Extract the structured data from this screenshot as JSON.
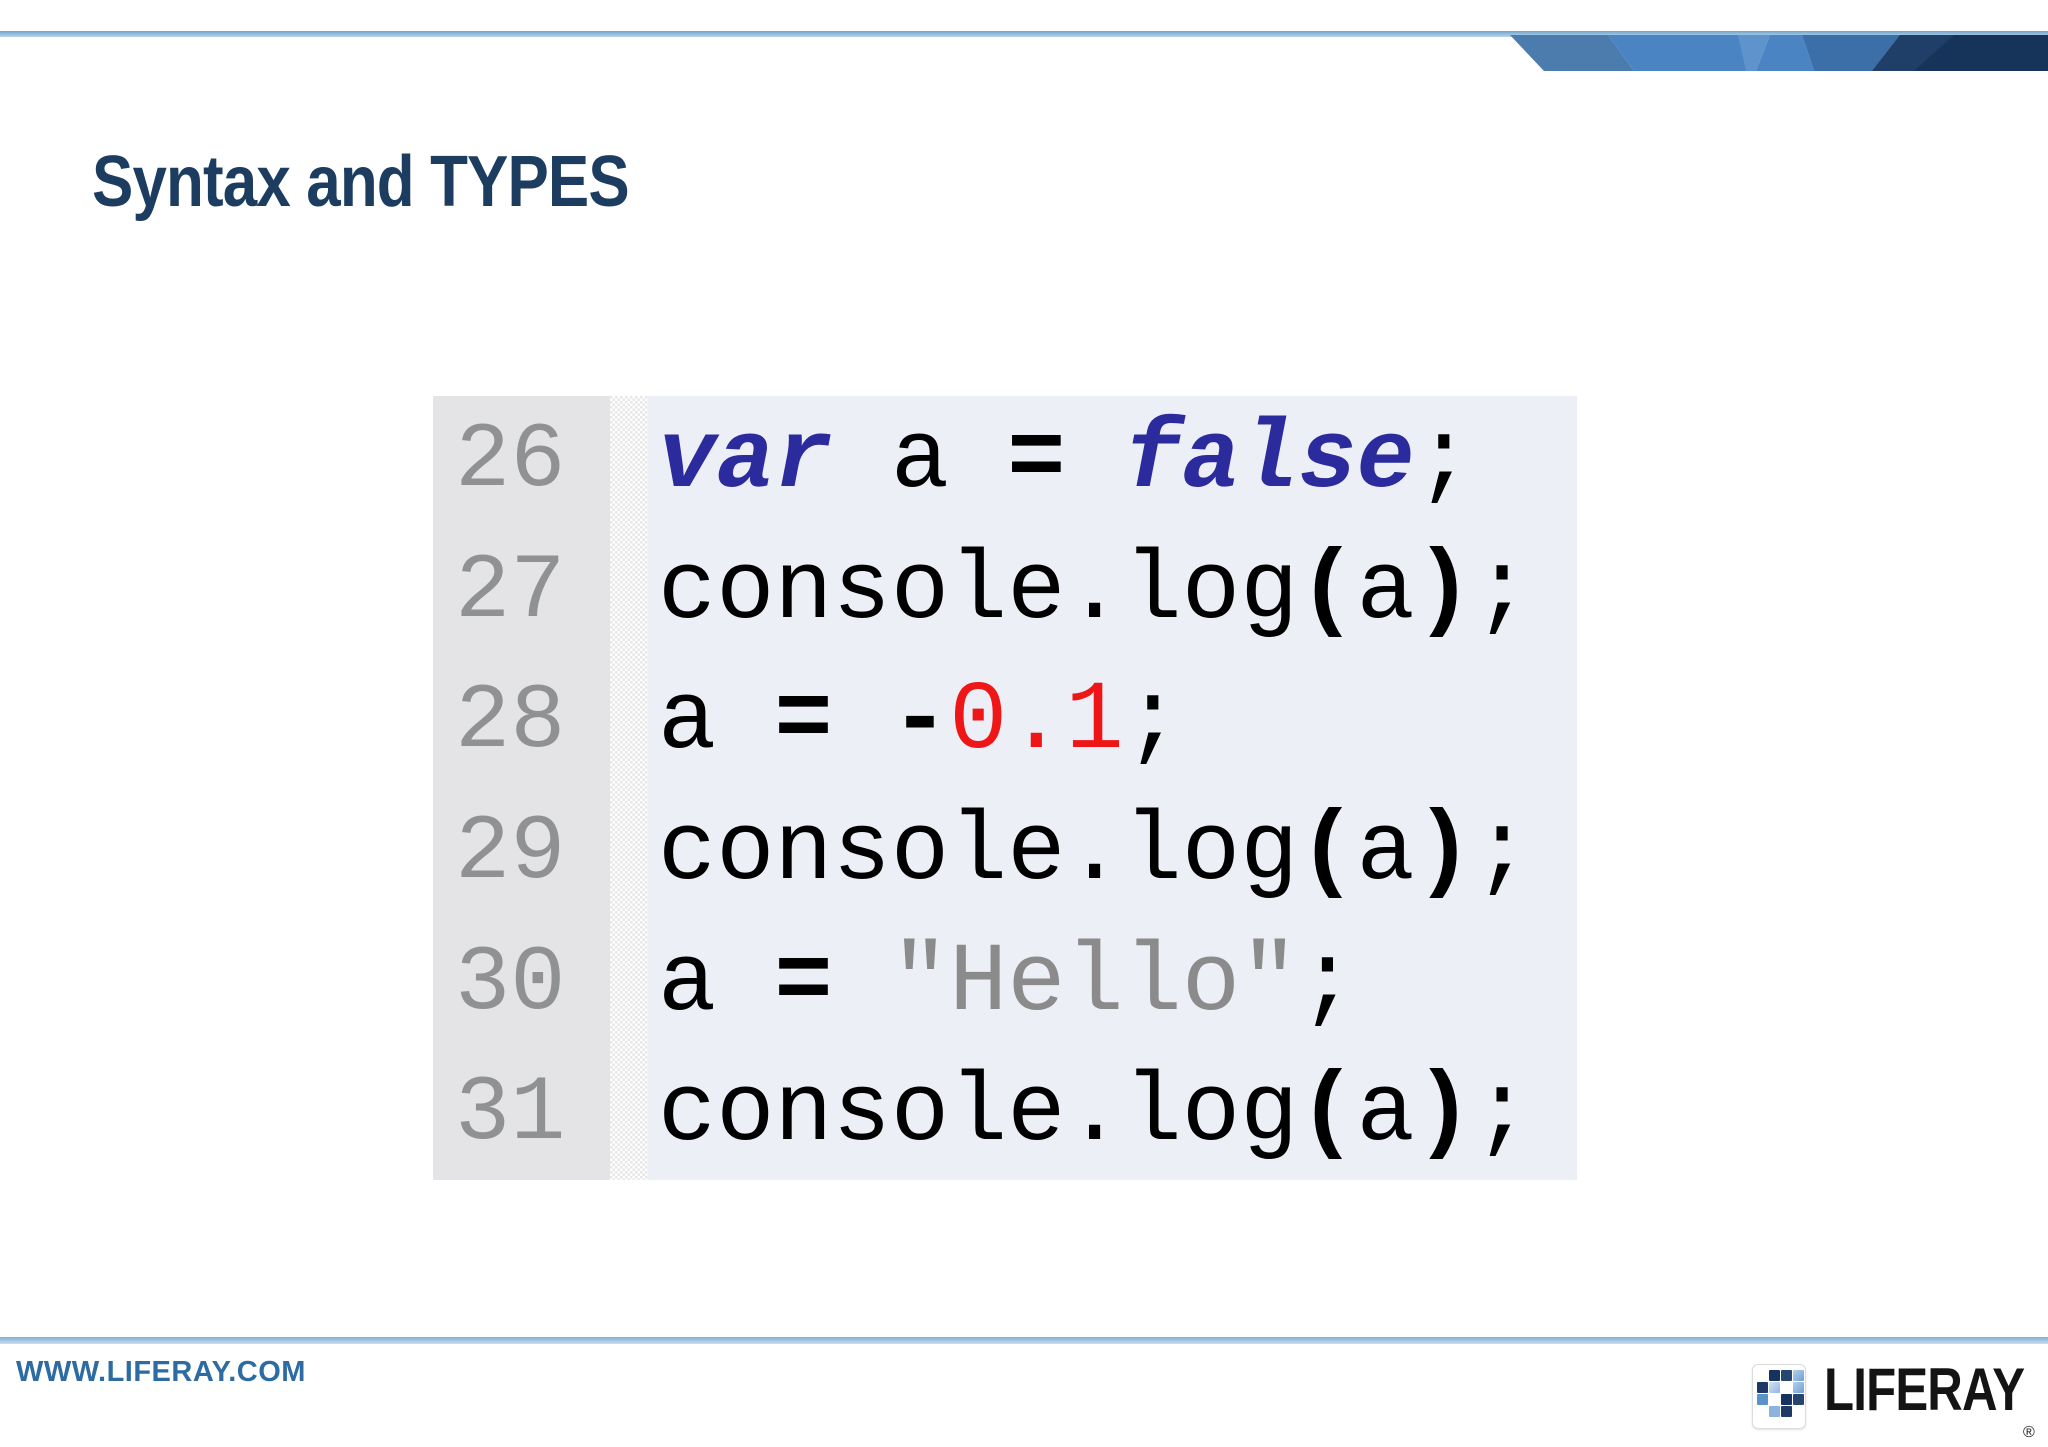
{
  "header": {
    "title": "Syntax and TYPES"
  },
  "code_editor": {
    "lines": [
      {
        "number": "26",
        "tokens": [
          {
            "text": "var",
            "style": "keyword"
          },
          {
            "text": " a ",
            "style": "plain"
          },
          {
            "text": "=",
            "style": "operator"
          },
          {
            "text": " ",
            "style": "plain"
          },
          {
            "text": "false",
            "style": "keyword"
          },
          {
            "text": ";",
            "style": "plain"
          }
        ]
      },
      {
        "number": "27",
        "tokens": [
          {
            "text": "console.log",
            "style": "plain"
          },
          {
            "text": "(",
            "style": "bracket"
          },
          {
            "text": "a",
            "style": "plain"
          },
          {
            "text": ")",
            "style": "bracket"
          },
          {
            "text": ";",
            "style": "plain"
          }
        ]
      },
      {
        "number": "28",
        "tokens": [
          {
            "text": "a ",
            "style": "plain"
          },
          {
            "text": "=",
            "style": "operator"
          },
          {
            "text": " ",
            "style": "plain"
          },
          {
            "text": "-",
            "style": "operator"
          },
          {
            "text": "0.1",
            "style": "number"
          },
          {
            "text": ";",
            "style": "plain"
          }
        ]
      },
      {
        "number": "29",
        "tokens": [
          {
            "text": "console.log",
            "style": "plain"
          },
          {
            "text": "(",
            "style": "bracket"
          },
          {
            "text": "a",
            "style": "plain"
          },
          {
            "text": ")",
            "style": "bracket"
          },
          {
            "text": ";",
            "style": "plain"
          }
        ]
      },
      {
        "number": "30",
        "tokens": [
          {
            "text": "a ",
            "style": "plain"
          },
          {
            "text": "=",
            "style": "operator"
          },
          {
            "text": " ",
            "style": "plain"
          },
          {
            "text": "\"Hello\"",
            "style": "string"
          },
          {
            "text": ";",
            "style": "plain"
          }
        ]
      },
      {
        "number": "31",
        "tokens": [
          {
            "text": "console.log",
            "style": "plain"
          },
          {
            "text": "(",
            "style": "bracket"
          },
          {
            "text": "a",
            "style": "plain"
          },
          {
            "text": ")",
            "style": "bracket"
          },
          {
            "text": ";",
            "style": "plain"
          }
        ]
      }
    ]
  },
  "footer": {
    "url": "WWW.LIFERAY.COM",
    "logo_text": "LIFERAY",
    "registered_mark": "®"
  },
  "colors": {
    "keyword": "#2b2b9d",
    "number_literal": "#ee1616",
    "string_literal": "#8b8b8b",
    "code_plain": "#000000",
    "code_bg": "#edeff7",
    "gutter_bg": "#e4e4e6",
    "gutter_text": "#8f9193",
    "title_text": "#1c3c60",
    "footer_text": "#2d6ba3",
    "banner": [
      "#4c7bae",
      "#4a84c3",
      "#5e94cb",
      "#3c6fa7",
      "#16345a",
      "#1f3f68"
    ]
  }
}
